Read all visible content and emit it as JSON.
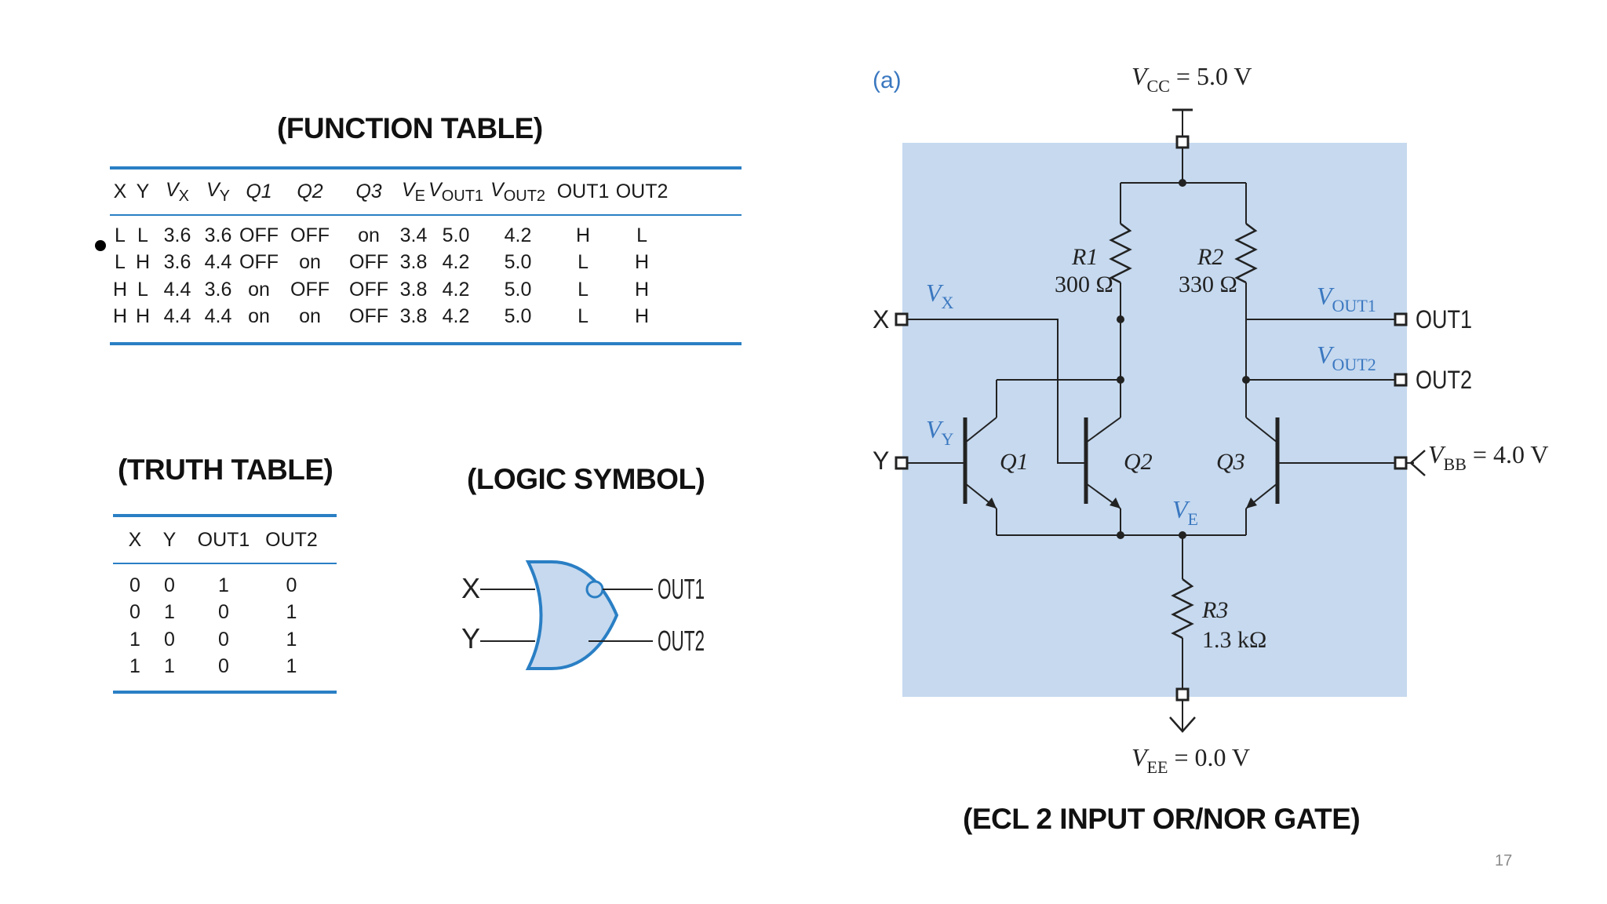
{
  "headings": {
    "function_table": "(FUNCTION TABLE)",
    "truth_table": "(TRUTH TABLE)",
    "logic_symbol": "(LOGIC SYMBOL)",
    "gate_caption": "(ECL 2 INPUT OR/NOR GATE)"
  },
  "function_table": {
    "headers": {
      "x": "X",
      "y": "Y",
      "vx": {
        "base": "V",
        "sub": "X"
      },
      "vy": {
        "base": "V",
        "sub": "Y"
      },
      "q1": "Q1",
      "q2": "Q2",
      "q3": "Q3",
      "ve": {
        "base": "V",
        "sub": "E"
      },
      "vout1": {
        "base": "V",
        "sub": "OUT1"
      },
      "vout2": {
        "base": "V",
        "sub": "OUT2"
      },
      "out1": "OUT1",
      "out2": "OUT2"
    },
    "rows": [
      [
        "L",
        "L",
        "3.6",
        "3.6",
        "OFF",
        "OFF",
        "on",
        "3.4",
        "5.0",
        "4.2",
        "H",
        "L"
      ],
      [
        "L",
        "H",
        "3.6",
        "4.4",
        "OFF",
        "on",
        "OFF",
        "3.8",
        "4.2",
        "5.0",
        "L",
        "H"
      ],
      [
        "H",
        "L",
        "4.4",
        "3.6",
        "on",
        "OFF",
        "OFF",
        "3.8",
        "4.2",
        "5.0",
        "L",
        "H"
      ],
      [
        "H",
        "H",
        "4.4",
        "4.4",
        "on",
        "on",
        "OFF",
        "3.8",
        "4.2",
        "5.0",
        "L",
        "H"
      ]
    ]
  },
  "truth_table": {
    "headers": [
      "X",
      "Y",
      "OUT1",
      "OUT2"
    ],
    "rows": [
      [
        "0",
        "0",
        "1",
        "0"
      ],
      [
        "0",
        "1",
        "0",
        "1"
      ],
      [
        "1",
        "0",
        "0",
        "1"
      ],
      [
        "1",
        "1",
        "0",
        "1"
      ]
    ]
  },
  "logic_symbol": {
    "input_x": "X",
    "input_y": "Y",
    "output_1": "OUT1",
    "output_2": "OUT2"
  },
  "schematic": {
    "panel_label": "(a)",
    "vcc": {
      "base": "V",
      "sub": "CC",
      "value": " = 5.0 V"
    },
    "vee": {
      "base": "V",
      "sub": "EE",
      "value": " = 0.0 V"
    },
    "vbb": {
      "base": "V",
      "sub": "BB",
      "value": " = 4.0 V"
    },
    "r1": {
      "name": "R1",
      "value": "300 Ω"
    },
    "r2": {
      "name": "R2",
      "value": "330 Ω"
    },
    "r3": {
      "name": "R3",
      "value": "1.3 kΩ"
    },
    "vx": {
      "base": "V",
      "sub": "X"
    },
    "vy": {
      "base": "V",
      "sub": "Y"
    },
    "ve": {
      "base": "V",
      "sub": "E"
    },
    "vout1": {
      "base": "V",
      "sub": "OUT1"
    },
    "vout2": {
      "base": "V",
      "sub": "OUT2"
    },
    "q1": "Q1",
    "q2": "Q2",
    "q3": "Q3",
    "terminal_x": "X",
    "terminal_y": "Y",
    "terminal_out1": "OUT1",
    "terminal_out2": "OUT2"
  },
  "colors": {
    "rule_blue": "#2a7fc4",
    "panel_fill": "#c6d9ef",
    "gate_fill": "#c6d9ef",
    "gate_stroke": "#2a7fc4",
    "label_blue": "#3b78c0"
  },
  "page_number": "17"
}
